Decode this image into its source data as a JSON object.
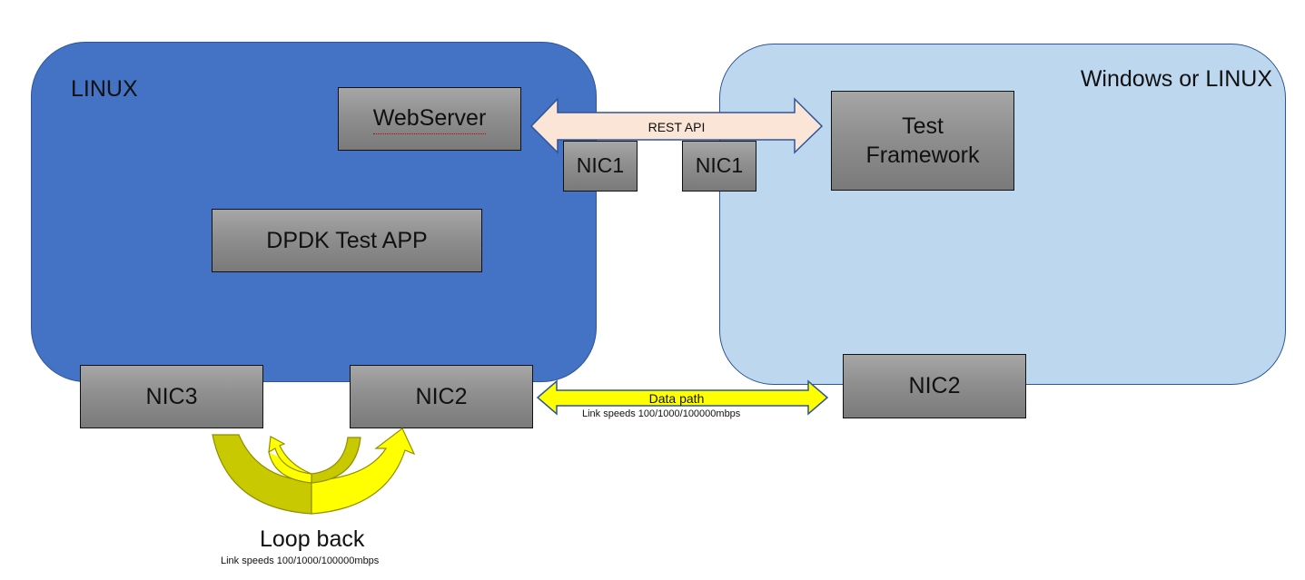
{
  "linux_host": {
    "label": "LINUX"
  },
  "windows_host": {
    "label": "Windows or LINUX"
  },
  "boxes": {
    "webserver": "WebServer",
    "nic1_linux": "NIC1",
    "nic1_windows": "NIC1",
    "test_framework": "Test\nFramework",
    "dpdk_app": "DPDK Test APP",
    "nic3": "NIC3",
    "nic2_linux": "NIC2",
    "nic2_windows": "NIC2"
  },
  "rest_api": {
    "label": "REST API"
  },
  "data_path": {
    "label": "Data path",
    "speeds": "Link speeds 100/1000/100000mbps"
  },
  "loop_back": {
    "label": "Loop back",
    "speeds": "Link speeds 100/1000/100000mbps"
  },
  "colors": {
    "linux_host_fill": "#4472c4",
    "windows_host_fill": "#bdd7ee",
    "box_gray": "#8f8f8f",
    "rest_arrow_fill": "#fbe5d6",
    "data_arrow_fill": "#ffff00",
    "loop_dark_fill": "#c9c900",
    "loop_bright_fill": "#ffff00"
  },
  "icons": [
    "rest-api-double-arrow",
    "data-path-double-arrow",
    "loop-back-arrows"
  ]
}
